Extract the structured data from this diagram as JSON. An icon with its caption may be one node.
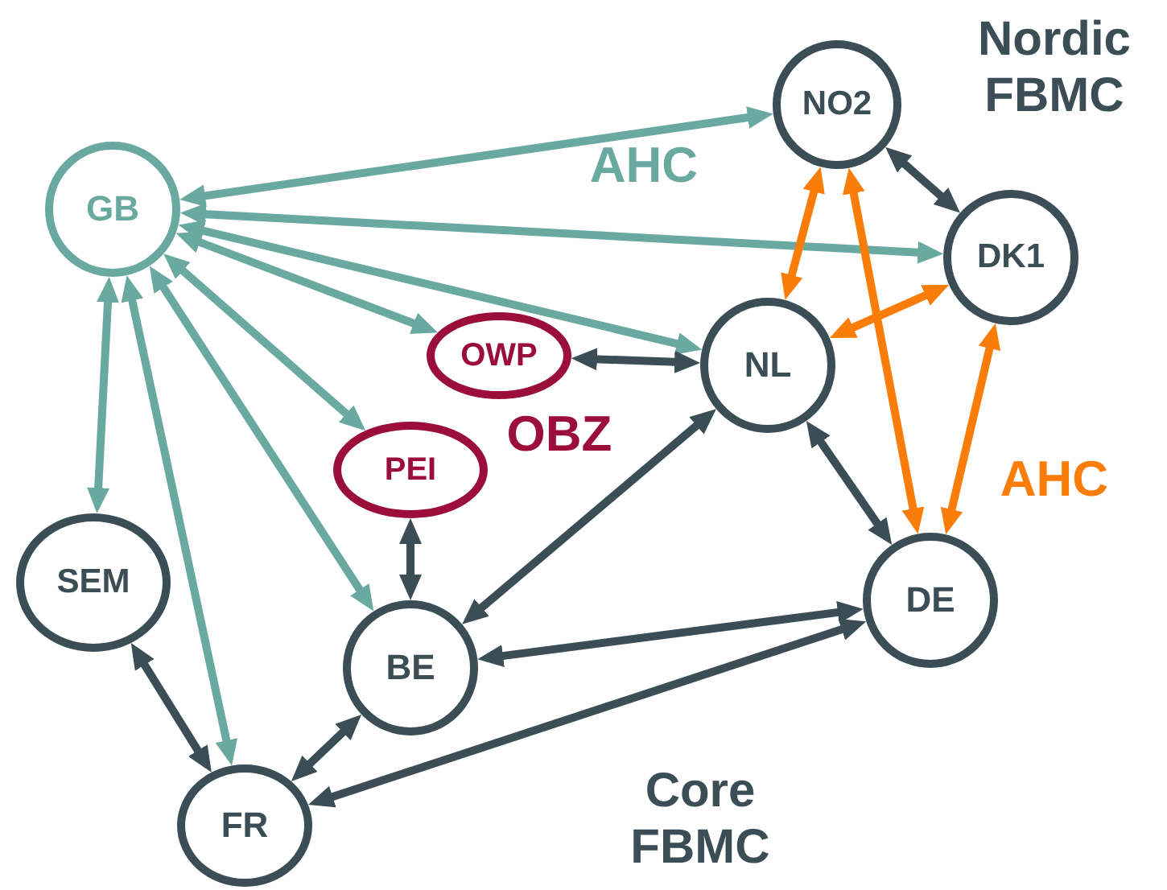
{
  "diagram": {
    "nodes": [
      {
        "text": [
          "GB"
        ]
      },
      {
        "text": [
          "NO2"
        ]
      },
      {
        "text": [
          "DK1"
        ]
      },
      {
        "text": [
          "NL"
        ]
      },
      {
        "text": [
          "OWP"
        ]
      },
      {
        "text": [
          "PEI"
        ]
      },
      {
        "text": [
          "SEM"
        ]
      },
      {
        "text": [
          "BE"
        ]
      },
      {
        "text": [
          "DE"
        ]
      },
      {
        "text": [
          "FR"
        ]
      }
    ],
    "edges": [
      {
        "from": 0,
        "to": 1,
        "arrow": "both",
        "color": "#6aa9a0"
      },
      {
        "from": 0,
        "to": 2,
        "arrow": "both",
        "color": "#6aa9a0"
      },
      {
        "from": 0,
        "to": 3,
        "arrow": "both",
        "color": "#6aa9a0"
      },
      {
        "from": 0,
        "to": 4,
        "arrow": "both",
        "color": "#6aa9a0"
      },
      {
        "from": 0,
        "to": 5,
        "arrow": "both",
        "color": "#6aa9a0"
      },
      {
        "from": 0,
        "to": 6,
        "arrow": "both",
        "color": "#6aa9a0"
      },
      {
        "from": 0,
        "to": 9,
        "arrow": "both",
        "color": "#6aa9a0"
      },
      {
        "from": 0,
        "to": 7,
        "arrow": "both",
        "color": "#6aa9a0"
      },
      {
        "from": 1,
        "to": 2,
        "arrow": "both"
      },
      {
        "from": 4,
        "to": 3,
        "arrow": "both"
      },
      {
        "from": 3,
        "to": 7,
        "arrow": "both"
      },
      {
        "from": 3,
        "to": 8,
        "arrow": "both"
      },
      {
        "from": 5,
        "to": 7,
        "arrow": "both"
      },
      {
        "from": 7,
        "to": 8,
        "arrow": "both"
      },
      {
        "from": 9,
        "to": 8,
        "arrow": "both"
      },
      {
        "from": 6,
        "to": 9,
        "arrow": "both"
      },
      {
        "from": 7,
        "to": 9,
        "arrow": "both"
      },
      {
        "from": 1,
        "to": 3,
        "arrow": "both",
        "color": "#fa7d09"
      },
      {
        "from": 3,
        "to": 2,
        "arrow": "both",
        "color": "#fa7d09"
      },
      {
        "from": 1,
        "to": 8,
        "arrow": "both",
        "color": "#fa7d09"
      },
      {
        "from": 2,
        "to": 8,
        "arrow": "both",
        "color": "#fa7d09"
      }
    ],
    "labels": [
      "Nordic FBMC",
      "AHC",
      "OBZ",
      "AHC",
      "Core FBMC"
    ]
  }
}
